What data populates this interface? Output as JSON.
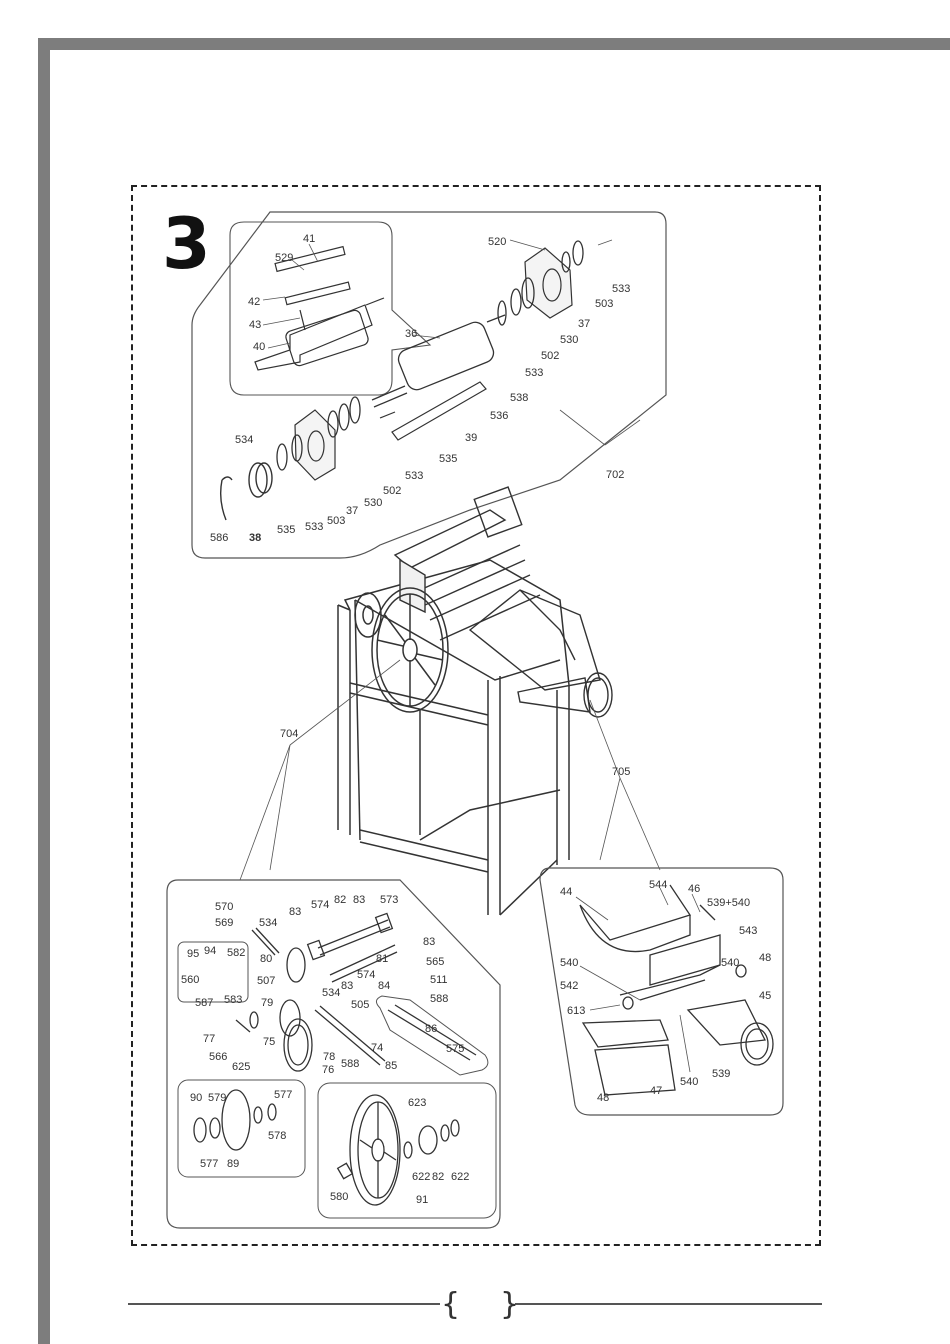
{
  "figure_number": "3",
  "page_number": "",
  "labels": {
    "top": [
      "41",
      "529",
      "42",
      "43",
      "40",
      "36",
      "520",
      "533",
      "503",
      "37",
      "530",
      "502",
      "533",
      "538",
      "536",
      "39",
      "535",
      "533",
      "502",
      "530",
      "37",
      "503",
      "533",
      "535",
      "534",
      "586",
      "38",
      "702"
    ],
    "middle": [
      "704",
      "705"
    ],
    "bottom_left": [
      "570",
      "569",
      "534",
      "83",
      "574",
      "82",
      "83",
      "573",
      "83",
      "95",
      "94",
      "582",
      "560",
      "583",
      "80",
      "507",
      "81",
      "565",
      "511",
      "574",
      "83",
      "84",
      "588",
      "587",
      "534",
      "505",
      "77",
      "79",
      "566",
      "625",
      "75",
      "78",
      "86",
      "74",
      "588",
      "85",
      "575",
      "76",
      "90",
      "579",
      "577",
      "577",
      "89",
      "578",
      "623",
      "622",
      "82",
      "622",
      "580",
      "91"
    ],
    "bottom_right": [
      "44",
      "544",
      "46",
      "539+540",
      "543",
      "540",
      "48",
      "540",
      "542",
      "613",
      "45",
      "48",
      "47",
      "540",
      "539"
    ]
  }
}
